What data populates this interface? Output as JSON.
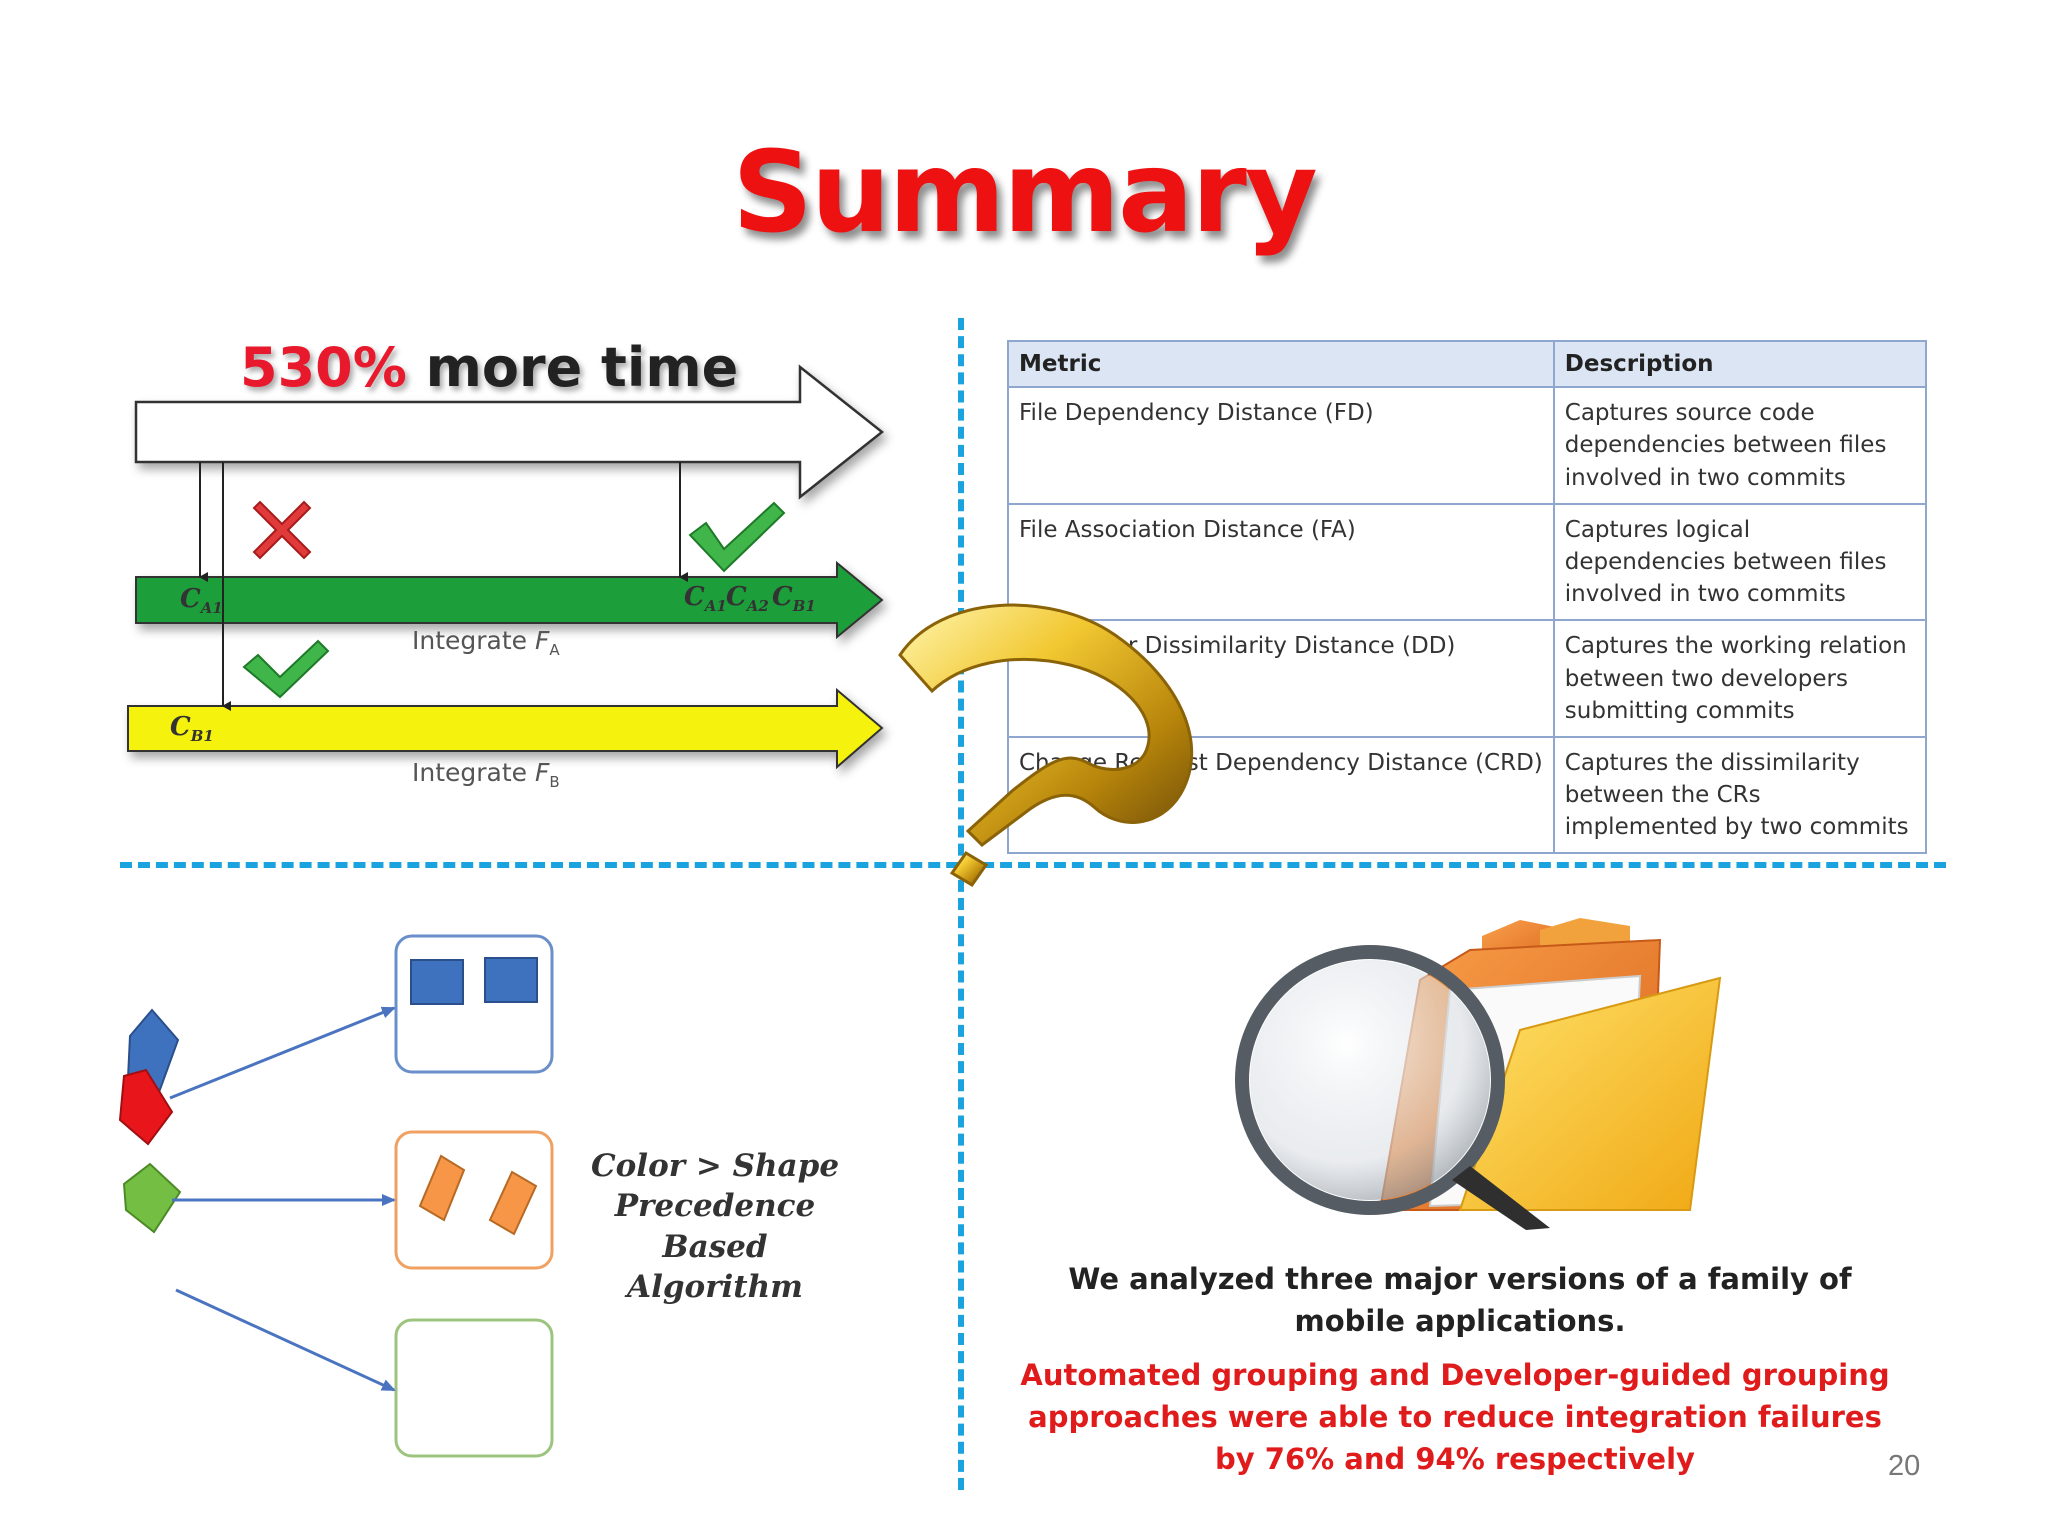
{
  "slide": {
    "title": "Summary",
    "page_number": "20"
  },
  "timeline": {
    "heading_pct": "530%",
    "heading_rest": " more time",
    "lane_a_label_prefix": "Integrate ",
    "lane_a_label_var": "F",
    "lane_a_label_sub": "A",
    "lane_b_label_prefix": "Integrate ",
    "lane_b_label_var": "F",
    "lane_b_label_sub": "B",
    "commit_ca1": {
      "base": "C",
      "sub": "A1"
    },
    "commit_ca2": {
      "base": "C",
      "sub": "A2"
    },
    "commit_cb1": {
      "base": "C",
      "sub": "B1"
    },
    "colors": {
      "lane_a": "#1f9e3a",
      "lane_b": "#f5f20a",
      "check": "#3fb54a",
      "cross": "#e03a3a"
    }
  },
  "metrics_table": {
    "headers": [
      "Metric",
      "Description"
    ],
    "rows": [
      [
        "File Dependency Distance (FD)",
        "Captures source code dependencies between files involved in two commits"
      ],
      [
        "File Association Distance (FA)",
        "Captures logical dependencies between files involved in two commits"
      ],
      [
        "Developer Dissimilarity Distance (DD)",
        "Captures the working relation between two developers submitting commits"
      ],
      [
        "Change Request Dependency Distance (CRD)",
        "Captures the dissimilarity between the CRs implemented by two commits"
      ]
    ]
  },
  "grouping": {
    "label_line1": "Color > Shape",
    "label_line2": "Precedence Based",
    "label_line3": "Algorithm",
    "colors": {
      "blue": "#3f72be",
      "red": "#e8161b",
      "green": "#74be44",
      "orange": "#f79646"
    }
  },
  "analysis": {
    "line1": "We analyzed three major versions of a family of mobile applications.",
    "result": "Automated grouping and Developer-guided grouping approaches were able to reduce integration failures by 76% and 94% respectively"
  }
}
